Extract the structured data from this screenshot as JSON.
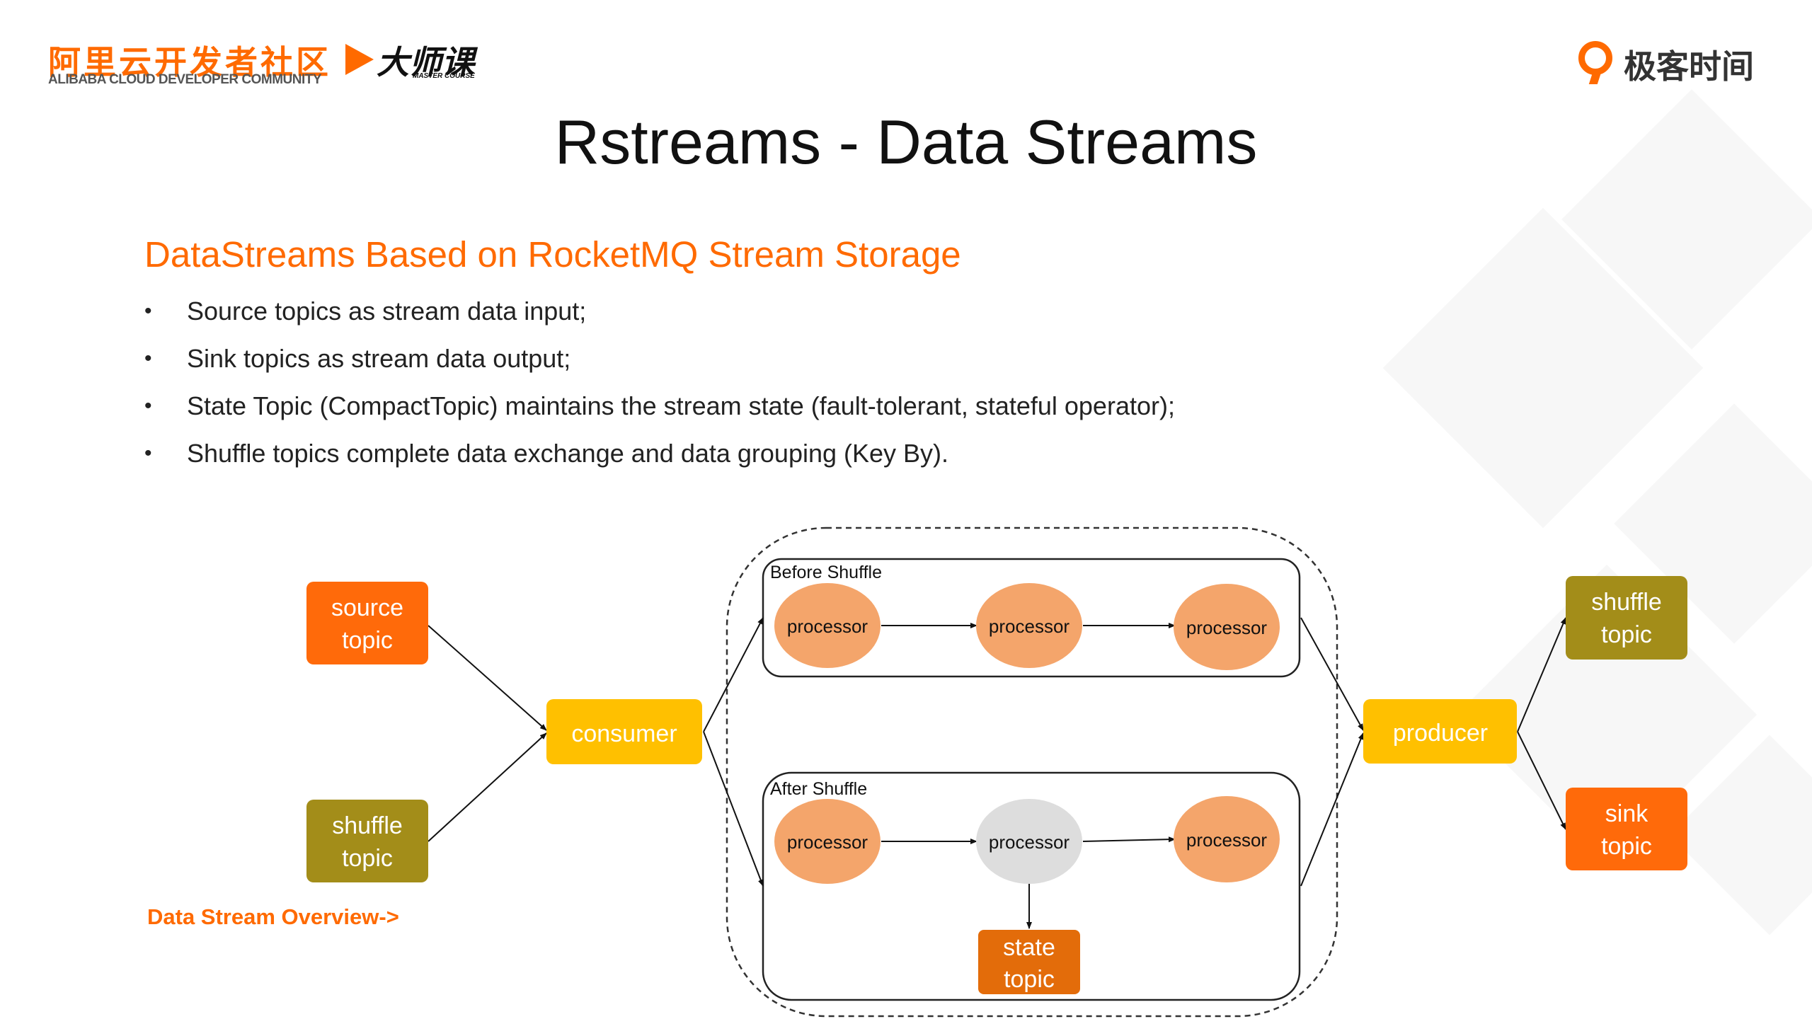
{
  "header": {
    "org_cn": "阿里云开发者社区",
    "org_en": "ALIBABA CLOUD DEVELOPER COMMUNITY",
    "course_cn": "大师课",
    "course_en": "MASTER COURSE",
    "partner_cn": "极客时间"
  },
  "title": "Rstreams - Data Streams",
  "subtitle": "DataStreams Based on RocketMQ Stream Storage",
  "bullets": [
    "Source topics as stream data input;",
    "Sink topics as stream data output;",
    "State Topic (CompactTopic) maintains the stream state (fault-tolerant, stateful operator);",
    "Shuffle topics complete data exchange and data grouping (Key By)."
  ],
  "diagram": {
    "source_topic": "source topic",
    "shuffle_topic_in": "shuffle topic",
    "consumer": "consumer",
    "producer": "producer",
    "shuffle_topic_out": "shuffle topic",
    "sink_topic": "sink topic",
    "state_topic": "state topic",
    "before_label": "Before Shuffle",
    "after_label": "After Shuffle",
    "processor": "processor"
  },
  "overview_link": "Data Stream Overview->",
  "colors": {
    "accent": "#ff6a00",
    "topic_orange": "#ff6a0a",
    "topic_olive": "#a38d19",
    "client_yellow": "#ffc000",
    "processor_fill": "#f4a56b",
    "processor_gray": "#dddddd",
    "state_topic": "#e36c0a"
  }
}
